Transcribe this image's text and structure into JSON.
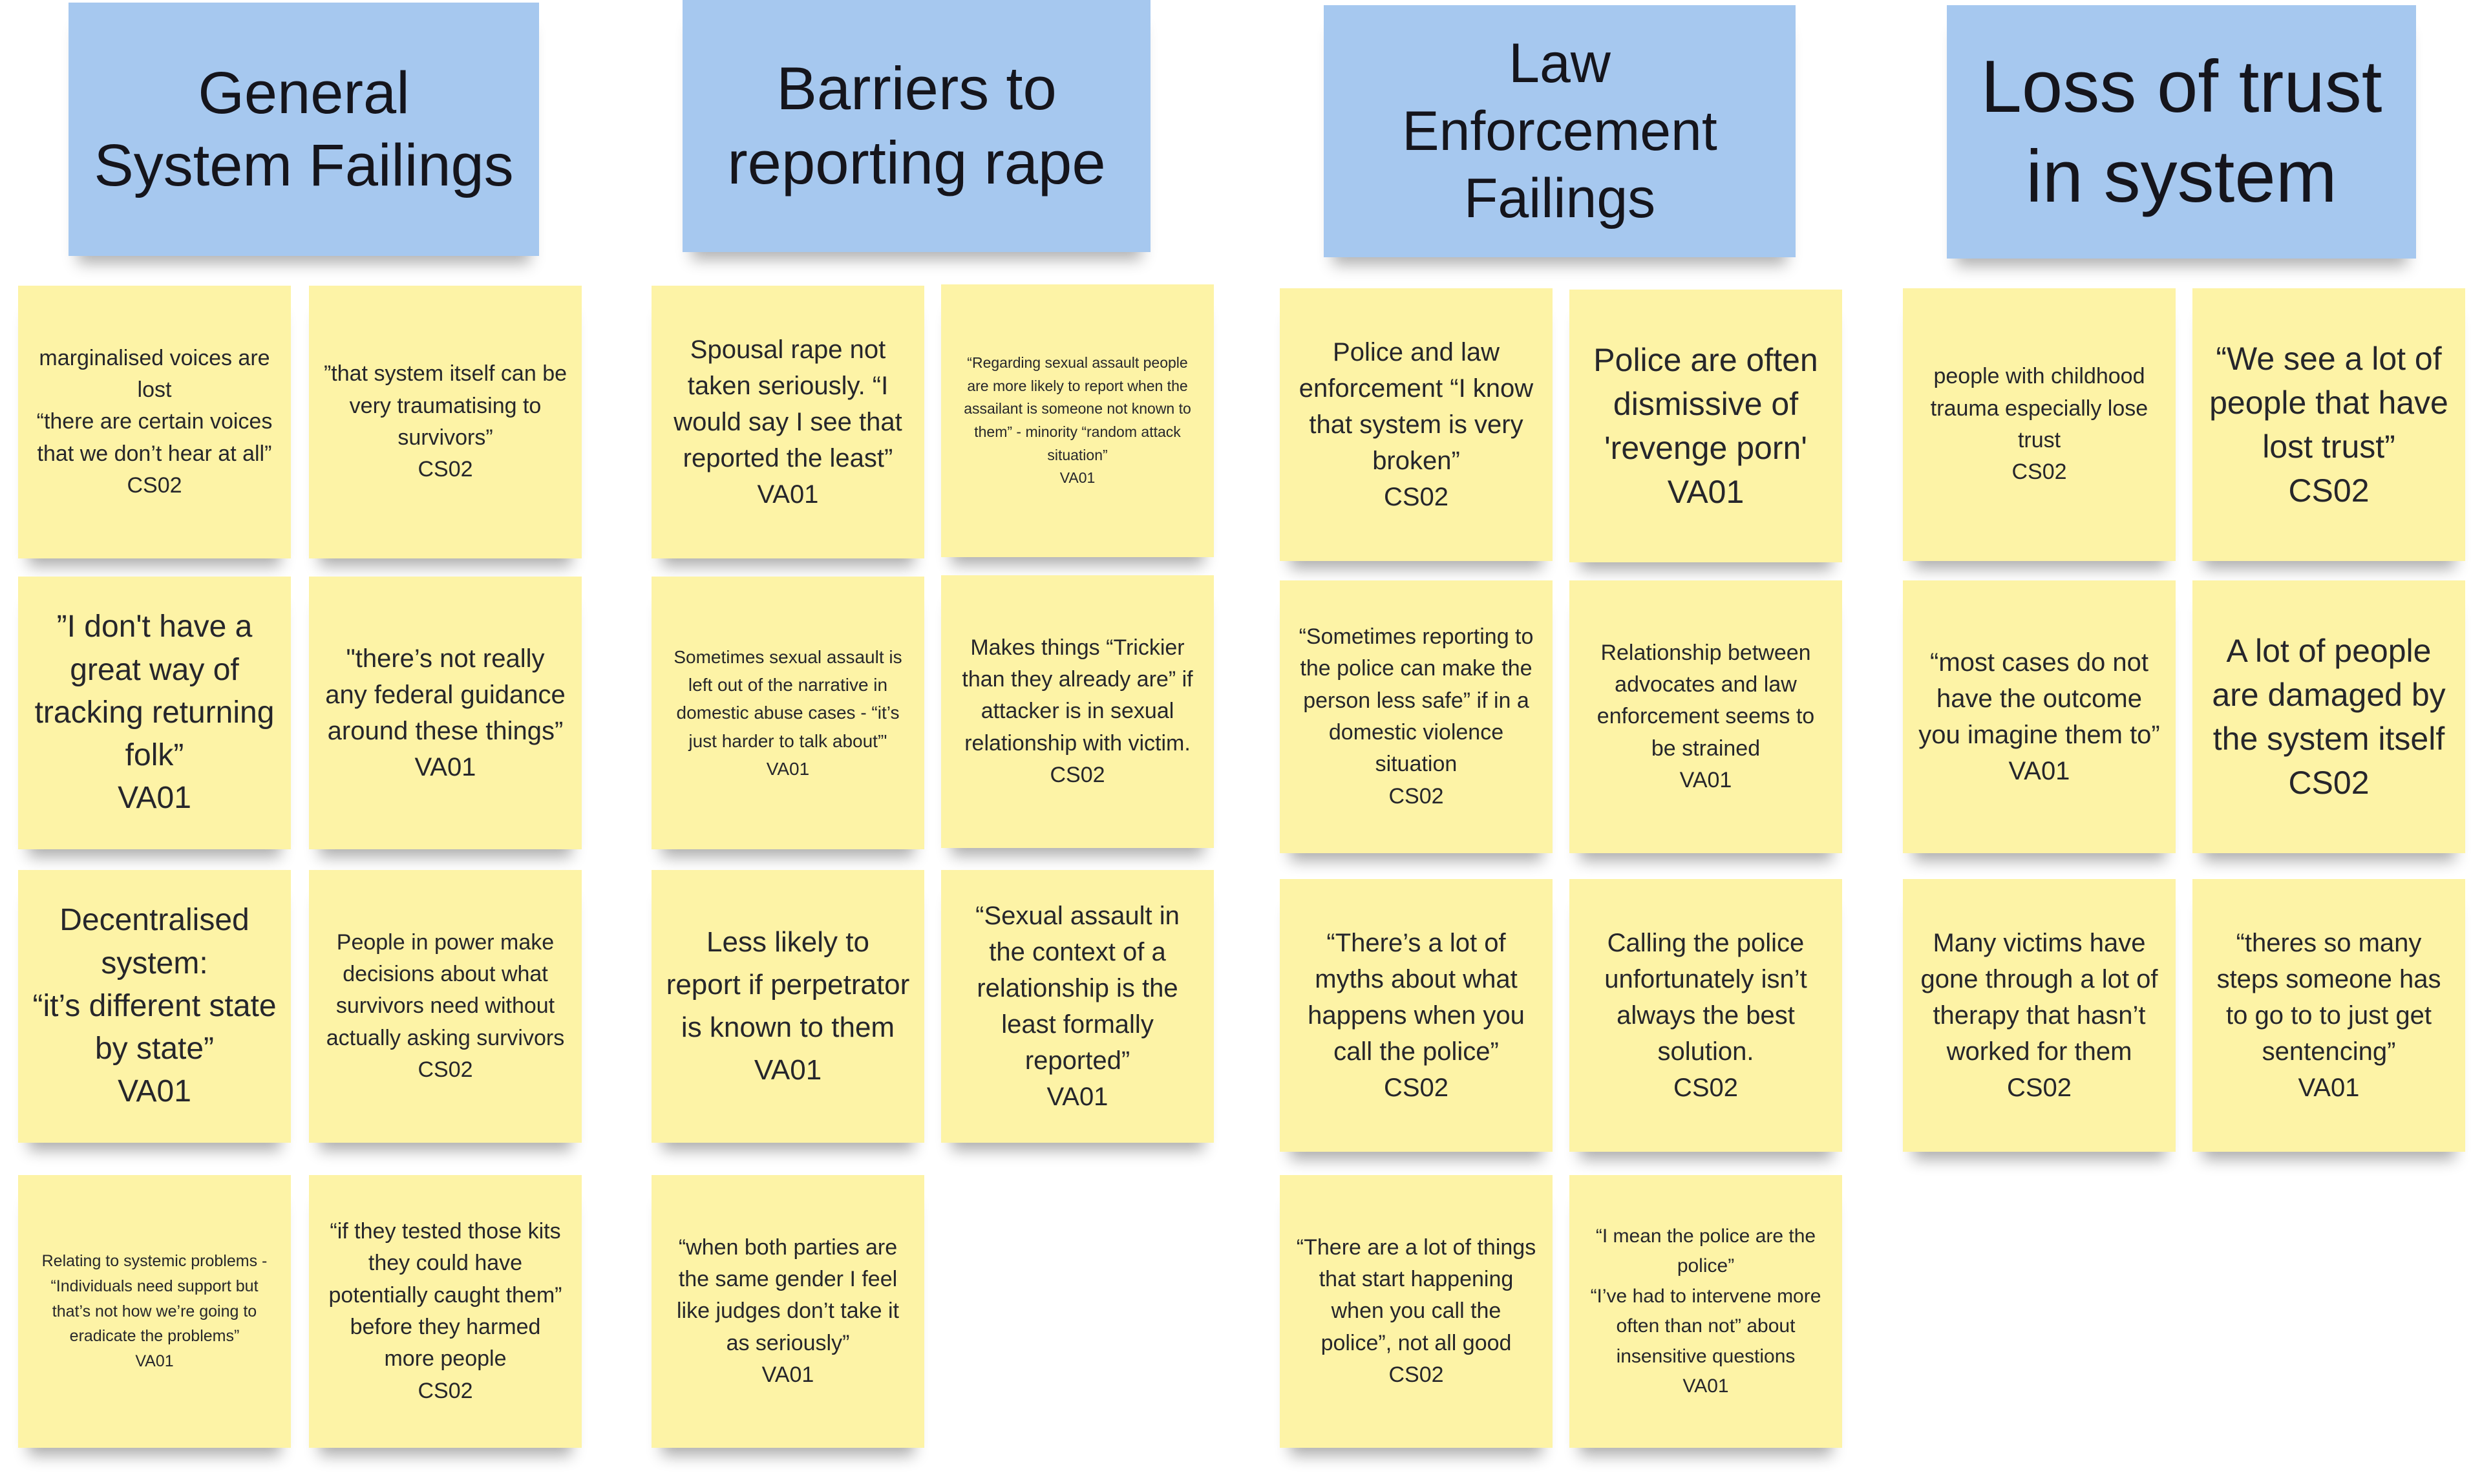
{
  "columns": [
    {
      "header": "General\nSystem Failings",
      "notes": [
        "marginalised voices are lost\n“there are certain voices that we don’t hear at all”\nCS02",
        "”that system itself can be very traumatising to survivors”\nCS02",
        "”I don't have a great way of tracking returning folk”\nVA01",
        "\"there’s not really any federal guidance around these things”\nVA01",
        "Decentralised system:\n“it’s different state by state”\nVA01",
        "People in power make decisions about what survivors need without actually asking survivors\nCS02",
        "Relating to systemic problems - “Individuals need support but that’s not how we’re going to eradicate the problems”\nVA01",
        "“if they tested those kits they could have potentially caught them” before they harmed more people\nCS02"
      ]
    },
    {
      "header": "Barriers to\nreporting rape",
      "notes": [
        "Spousal rape not taken seriously. “I would say I see that reported the least”\nVA01",
        "“Regarding sexual assault people are more likely to report when the assailant is someone not known to them” - minority “random attack situation”\nVA01",
        "Sometimes sexual assault is left out of the narrative in domestic abuse cases -  “it’s just harder to talk about”'\nVA01",
        "Makes things “Trickier than they already are” if attacker is in sexual relationship with victim.\nCS02",
        "Less likely to report if perpetrator is known to them\nVA01",
        "“Sexual assault in the context of a relationship is the least formally reported”\nVA01",
        "“when both parties are the same gender I feel like judges don’t take it as seriously”\nVA01"
      ]
    },
    {
      "header": "Law\nEnforcement\nFailings",
      "notes": [
        "Police and law enforcement “I know that system is very broken”\nCS02",
        "Police are often dismissive of 'revenge porn'\nVA01",
        "“Sometimes reporting to the police can make the person less safe” if in a domestic violence situation\nCS02",
        "Relationship between advocates and law enforcement seems to be strained\nVA01",
        "“There’s a lot of myths about what happens when you call the police”\nCS02",
        "Calling the police unfortunately isn’t always the best solution.\nCS02",
        "“There are a lot of things that start happening when you call the police”, not all good\nCS02",
        "“I mean the police are the police”\n“I’ve had to intervene more often than not” about insensitive questions\nVA01"
      ]
    },
    {
      "header": "Loss of trust\nin system",
      "notes": [
        "people with childhood trauma especially lose trust\nCS02",
        "“We see a lot of people that have lost trust”\nCS02",
        "“most cases do not have the outcome you imagine them to”\nVA01",
        "A lot of people are damaged by the system itself\nCS02",
        "Many victims have gone through a lot of therapy that hasn’t worked for them\nCS02",
        "“theres so many steps someone has to go to to just get sentencing”\nVA01"
      ]
    }
  ],
  "colors": {
    "header": "#a6c8ef",
    "note": "#fdf3a6",
    "text": "#1f1f24"
  }
}
